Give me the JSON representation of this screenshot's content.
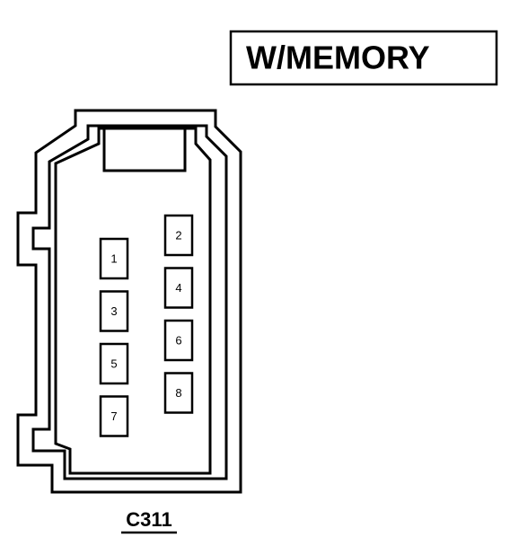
{
  "header": {
    "label": "W/MEMORY"
  },
  "connector": {
    "id": "C311",
    "pins": [
      {
        "label": "1",
        "column": "left"
      },
      {
        "label": "2",
        "column": "right"
      },
      {
        "label": "3",
        "column": "left"
      },
      {
        "label": "4",
        "column": "right"
      },
      {
        "label": "5",
        "column": "left"
      },
      {
        "label": "6",
        "column": "right"
      },
      {
        "label": "7",
        "column": "left"
      },
      {
        "label": "8",
        "column": "right"
      }
    ]
  },
  "colors": {
    "line": "#000000",
    "background": "#ffffff"
  }
}
